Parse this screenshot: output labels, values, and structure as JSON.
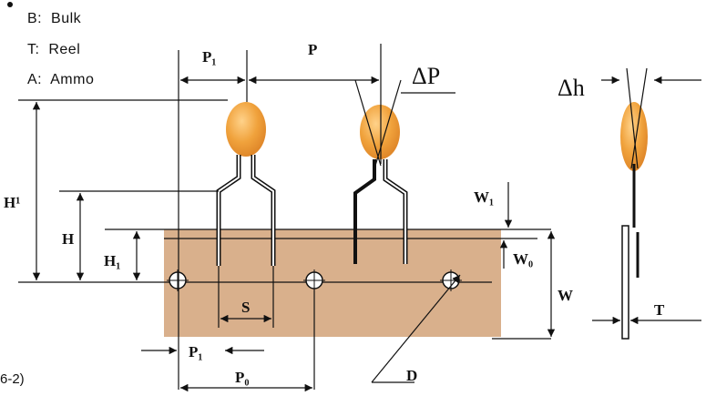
{
  "legend": {
    "items": [
      {
        "code": "B",
        "text": "Bulk"
      },
      {
        "code": "T",
        "text": "Reel"
      },
      {
        "code": "A",
        "text": "Ammo"
      }
    ]
  },
  "figure_tag": "6-2)",
  "dimensions": {
    "p1": "P₁",
    "p": "P",
    "delta_p": "ΔP",
    "delta_h": "Δh",
    "h1_big": "H¹",
    "h": "H",
    "h1_small": "H₁",
    "w1": "W₁",
    "w0": "W₀",
    "w": "W",
    "s": "S",
    "t": "T",
    "pl": "P₁",
    "p0": "P₀",
    "d": "D"
  },
  "colors": {
    "tape": "#d9b08c",
    "body": "#f0a23c",
    "body_highlight": "#ffd28a",
    "line": "#111111"
  }
}
